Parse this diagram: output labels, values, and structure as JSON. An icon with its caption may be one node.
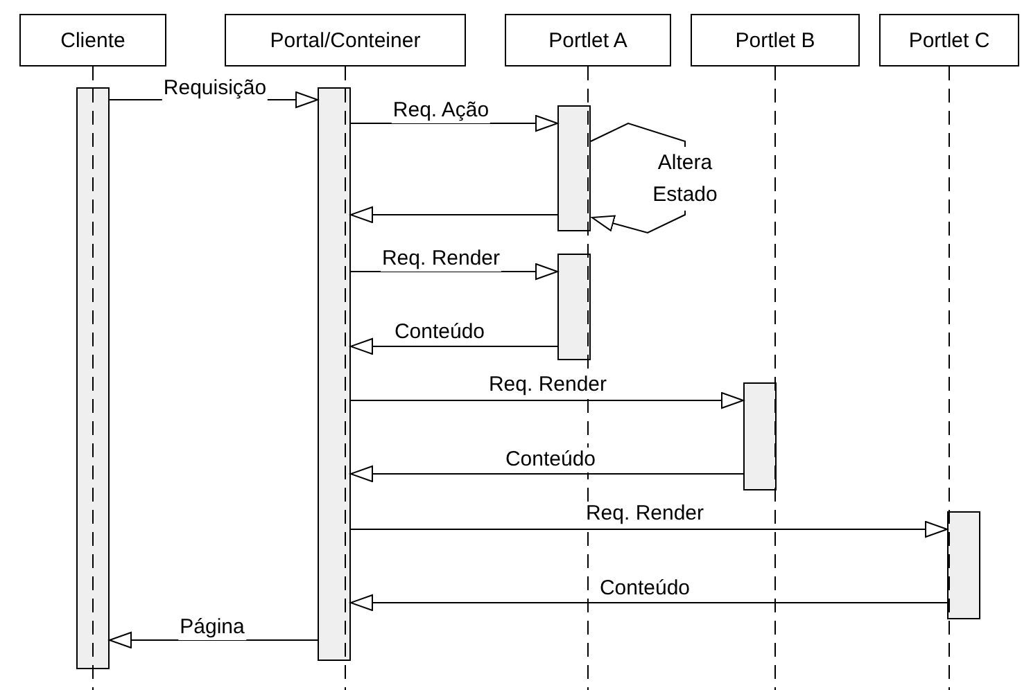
{
  "diagram": {
    "nodes": [
      {
        "text": [
          "Cliente"
        ]
      },
      {
        "text": [
          "Portal/Conteiner"
        ]
      },
      {
        "text": [
          "Portlet A"
        ]
      },
      {
        "text": [
          "Portlet B"
        ]
      },
      {
        "text": [
          "Portlet C"
        ]
      },
      {
        "text": [],
        "shape": "bar"
      },
      {
        "text": [],
        "shape": "bar"
      },
      {
        "text": [],
        "shape": "bar"
      },
      {
        "text": [],
        "shape": "bar"
      },
      {
        "text": [],
        "shape": "bar"
      },
      {
        "text": [],
        "shape": "bar"
      }
    ],
    "edges": [
      {
        "from": 5,
        "to": 6,
        "arrow": "to",
        "label": "Requisição"
      },
      {
        "from": 6,
        "to": 7,
        "arrow": "to",
        "label": "Req. Ação"
      },
      {
        "from": 7,
        "to": 7,
        "arrow": "to",
        "label": "Altera Estado"
      },
      {
        "from": 7,
        "to": 6,
        "arrow": "to"
      },
      {
        "from": 6,
        "to": 8,
        "arrow": "to",
        "label": "Req. Render"
      },
      {
        "from": 8,
        "to": 6,
        "arrow": "to",
        "label": "Conteúdo"
      },
      {
        "from": 6,
        "to": 9,
        "arrow": "to",
        "label": "Req. Render"
      },
      {
        "from": 9,
        "to": 6,
        "arrow": "to",
        "label": "Conteúdo"
      },
      {
        "from": 6,
        "to": 10,
        "arrow": "to",
        "label": "Req. Render"
      },
      {
        "from": 10,
        "to": 6,
        "arrow": "to",
        "label": "Conteúdo"
      },
      {
        "from": 6,
        "to": 5,
        "arrow": "to",
        "label": "Página"
      }
    ]
  }
}
